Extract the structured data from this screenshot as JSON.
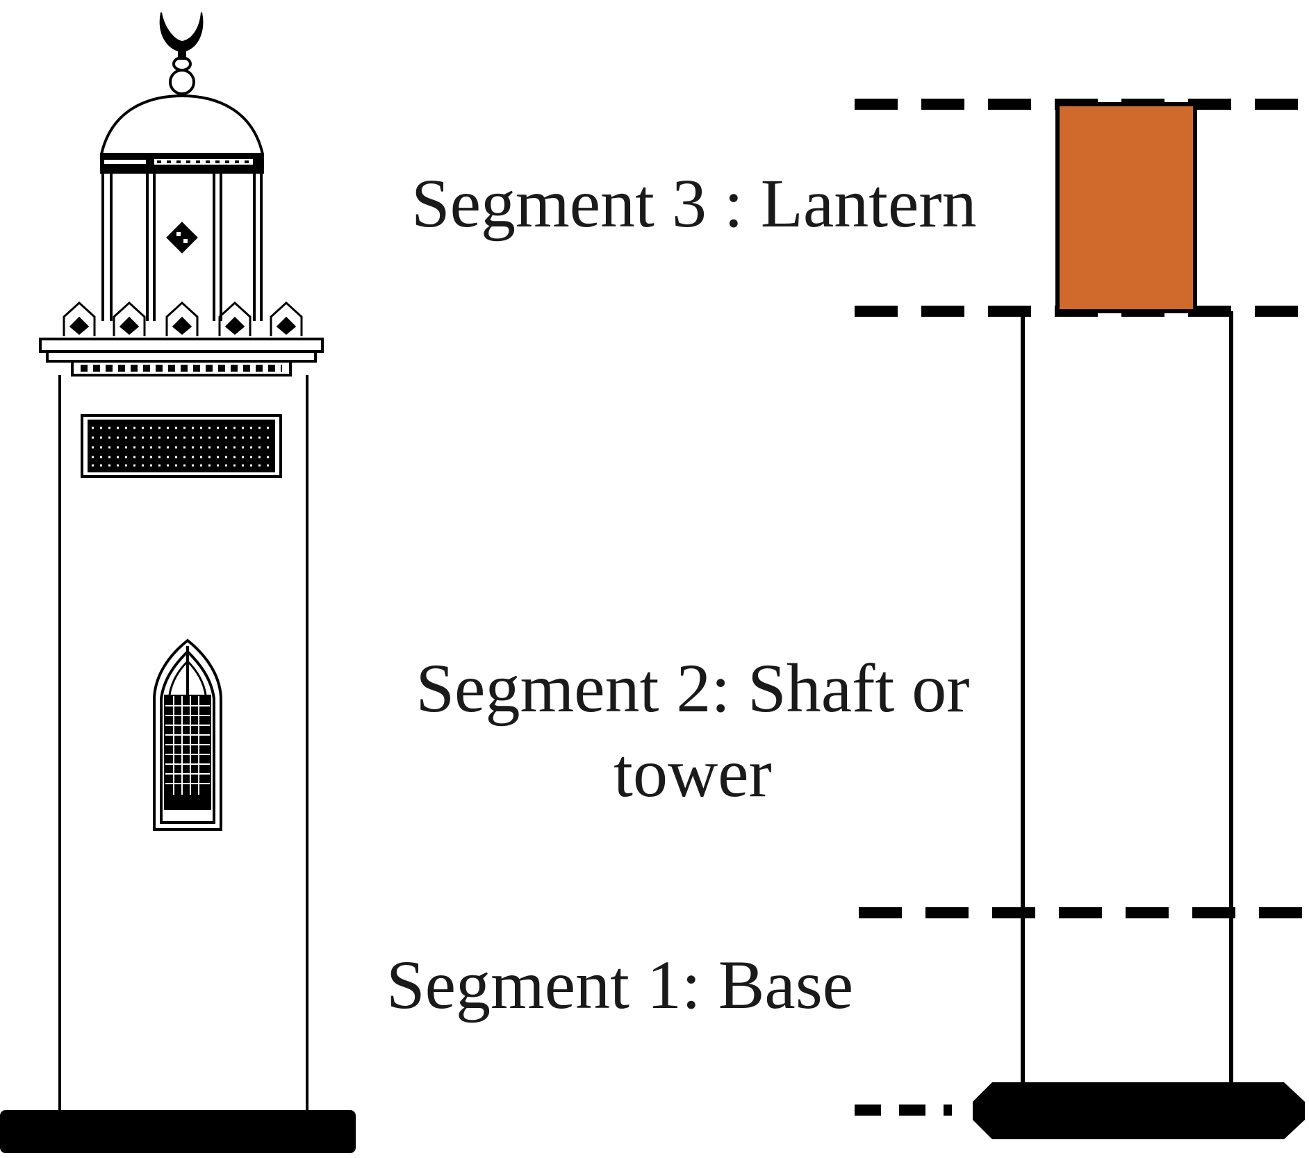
{
  "diagram": {
    "segments": [
      {
        "id": "segment-3",
        "label": "Segment 3 : Lantern"
      },
      {
        "id": "segment-2",
        "label_line1": "Segment 2: Shaft or",
        "label_line2": "tower"
      },
      {
        "id": "segment-1",
        "label": "Segment 1: Base"
      }
    ],
    "colors": {
      "lantern_fill": "#d06a2c",
      "line": "#000000",
      "background": "#ffffff"
    },
    "icons": [
      "minaret-drawing",
      "crescent-finial-icon",
      "window-icon",
      "grille-panel-icon"
    ]
  }
}
